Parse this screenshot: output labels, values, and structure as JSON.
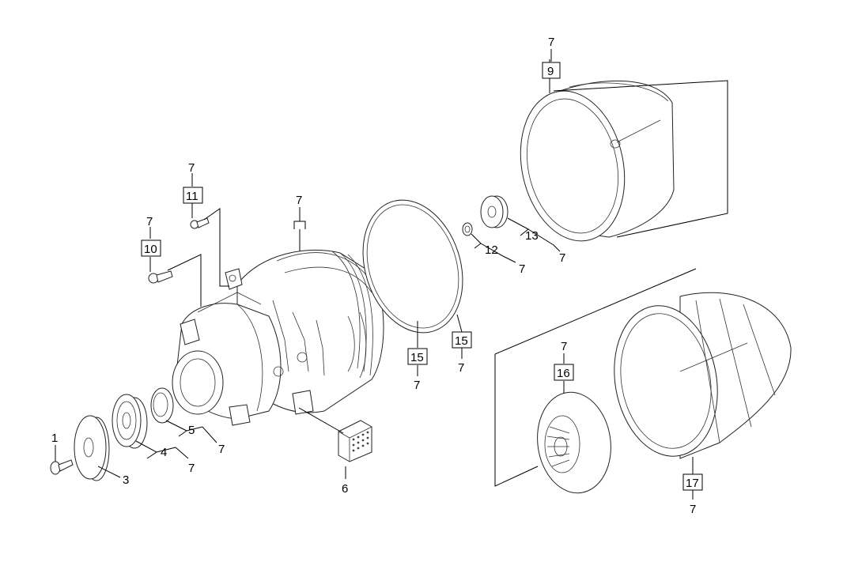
{
  "labels": {
    "l1": "1",
    "l3": "3",
    "l4": "4",
    "l4_7": "7",
    "l5": "5",
    "l5_7": "7",
    "l6": "6",
    "l10_top": "7",
    "l10": "10",
    "l11_top": "7",
    "l11": "11",
    "l_body_7": "7",
    "l15a": "15",
    "l15a_7": "7",
    "l15b": "15",
    "l15b_7": "7",
    "l12": "12",
    "l12_7": "7",
    "l13": "13",
    "l13_7": "7",
    "l9_top": "7",
    "l9": "9",
    "l16_top": "7",
    "l16": "16",
    "l17": "17",
    "l17_7": "7"
  }
}
